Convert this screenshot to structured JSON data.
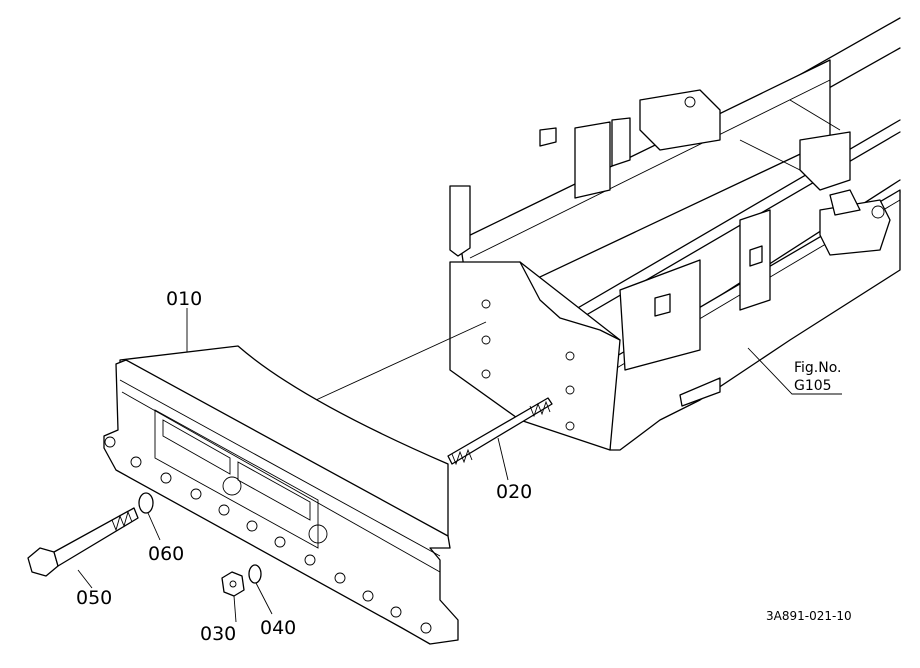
{
  "parts": [
    {
      "id": "010"
    },
    {
      "id": "020"
    },
    {
      "id": "030"
    },
    {
      "id": "040"
    },
    {
      "id": "050"
    },
    {
      "id": "060"
    }
  ],
  "figure_ref": {
    "line1": "Fig.No.",
    "line2": "G105"
  },
  "drawing_code": "3A891-021-10"
}
